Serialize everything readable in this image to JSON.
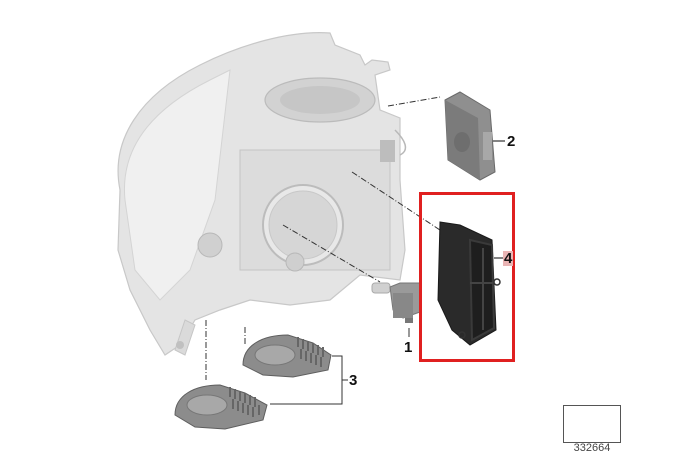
{
  "diagram": {
    "type": "exploded-parts-diagram",
    "subject": "headlight assembly",
    "callouts": [
      {
        "id": "1",
        "label": "1"
      },
      {
        "id": "2",
        "label": "2"
      },
      {
        "id": "3",
        "label": "3"
      },
      {
        "id": "4",
        "label": "4"
      }
    ],
    "highlighted_part": "4",
    "reference_number": "332664",
    "colors": {
      "highlight_border": "#e02020",
      "highlight_label_bg": "#e9b4b4",
      "housing": "#d9d9d9",
      "part_dark": "#2e2e2e",
      "part_gray": "#8a8a8a"
    }
  }
}
